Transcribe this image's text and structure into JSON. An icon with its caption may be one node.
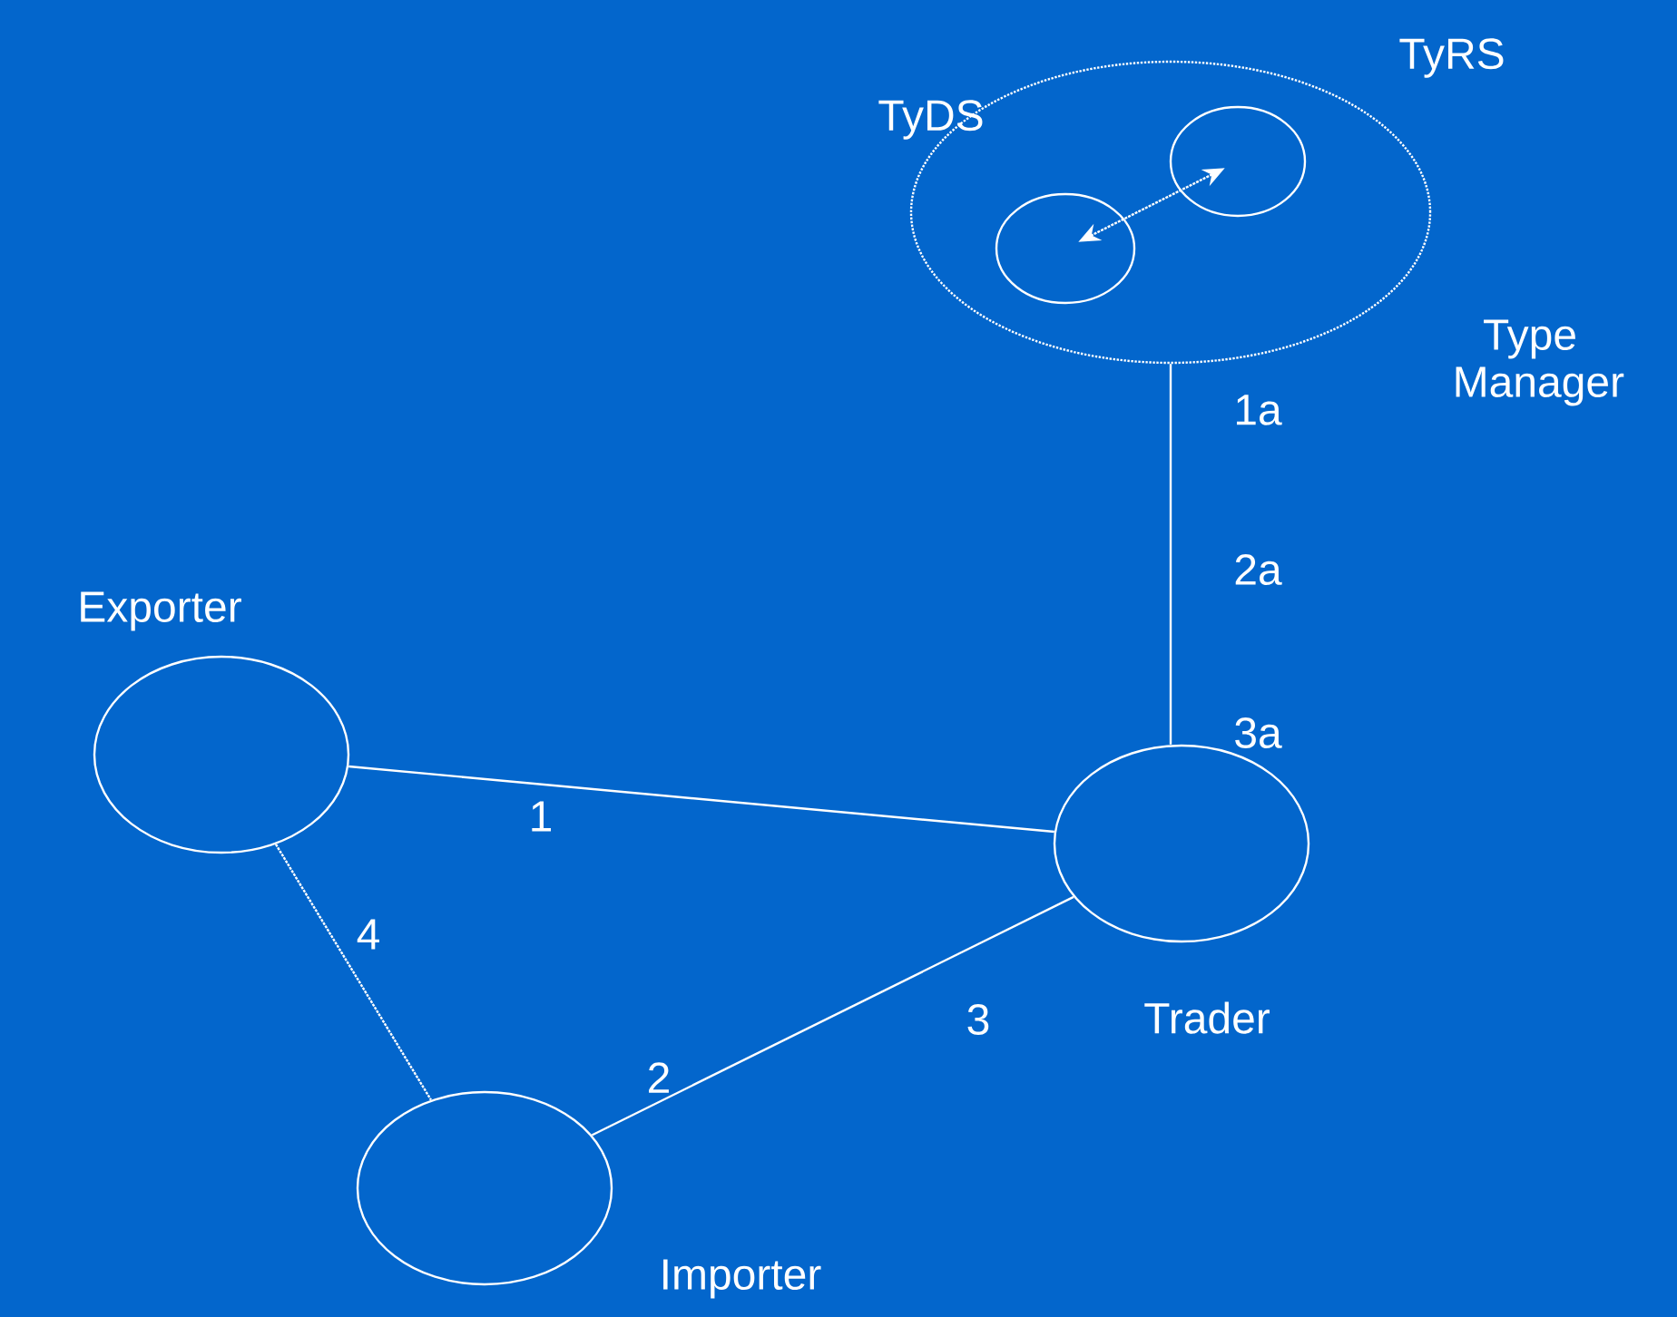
{
  "diagram": {
    "nodes": [
      {
        "text": [
          "Type Manager"
        ]
      },
      {
        "text": [
          "TyDS"
        ],
        "in": 0
      },
      {
        "text": [
          "TyRS"
        ],
        "in": 0
      },
      {
        "text": [
          "Exporter"
        ]
      },
      {
        "text": [
          "Trader"
        ]
      },
      {
        "text": [
          "Importer"
        ]
      }
    ],
    "edges": [
      {
        "from": 1,
        "to": 2,
        "arrow": "both",
        "style": "dashed"
      },
      {
        "from": 0,
        "to": 4,
        "arrow": "none"
      },
      {
        "from": 3,
        "to": 4,
        "arrow": "none",
        "label": "1"
      },
      {
        "from": 3,
        "to": 5,
        "arrow": "none",
        "label": "4",
        "style": "dashed"
      },
      {
        "from": 5,
        "to": 4,
        "arrow": "none"
      }
    ],
    "labels": [
      "1a",
      "2a",
      "3a",
      "2",
      "3"
    ]
  }
}
